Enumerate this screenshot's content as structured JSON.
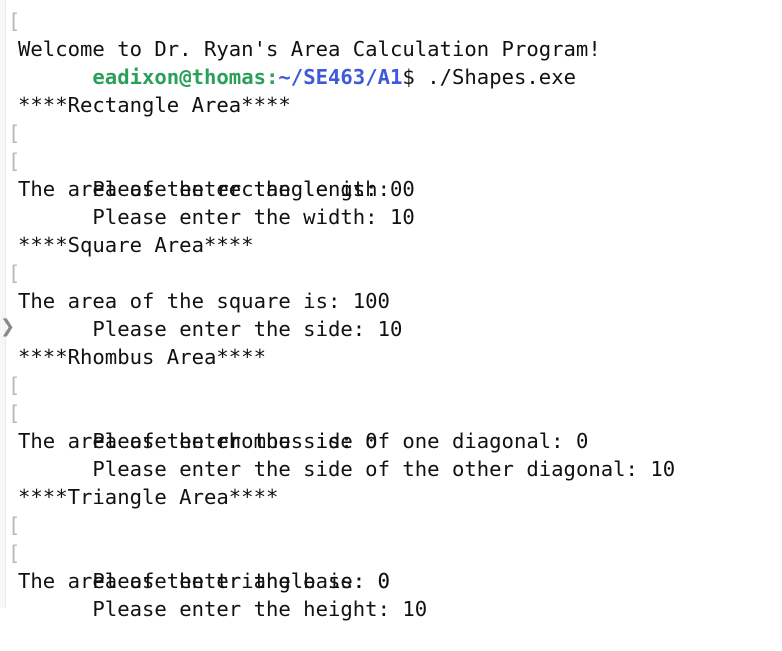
{
  "prompt": {
    "user_host": "eadixon@thomas",
    "separator": ":",
    "path": "~/SE463/A1",
    "symbol": "$",
    "command": " ./Shapes.exe"
  },
  "welcome": "Welcome to Dr. Ryan's Area Calculation Program!",
  "rectangle": {
    "header": "****Rectangle Area****",
    "length_prompt": "Please enter the length: 0",
    "width_prompt": "Please enter the width: 10",
    "result": "The area of the rectangle is: 0"
  },
  "square": {
    "header": "****Square Area****",
    "side_prompt": "Please enter the side: 10",
    "result": "The area of the square is: 100"
  },
  "rhombus": {
    "header": "****Rhombus Area****",
    "diag1_prompt": "Please enter the side of one diagonal: 0",
    "diag2_prompt": "Please enter the side of the other diagonal: 10",
    "result": "The area of the rhombus is: 0"
  },
  "triangle": {
    "header": "****Triangle Area****",
    "base_prompt": "Please enter the base: 0",
    "height_prompt": "Please enter the height: 10",
    "result": "The area of the triangle is: 0"
  },
  "glyphs": {
    "input_marker": "[",
    "scroll_arrow": "❯"
  },
  "colors": {
    "user_host": "#2aa05a",
    "path": "#3f5ad8",
    "text": "#111111"
  }
}
